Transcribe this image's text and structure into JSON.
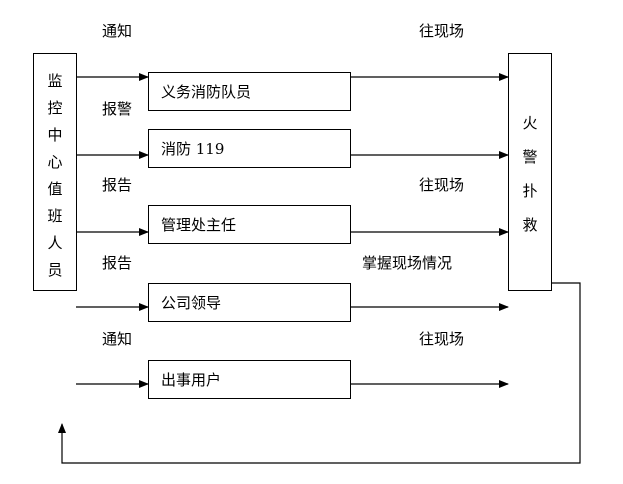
{
  "source_box": {
    "label": "监控中心值班人员"
  },
  "target_box": {
    "label": "火警扑救"
  },
  "process_boxes": [
    {
      "label": "义务消防队员"
    },
    {
      "label": "消防 119"
    },
    {
      "label": "管理处主任"
    },
    {
      "label": "公司领导"
    },
    {
      "label": "出事用户"
    }
  ],
  "left_labels": [
    "通知",
    "报警",
    "报告",
    "报告",
    "通知"
  ],
  "right_labels": [
    "往现场",
    "往现场",
    "掌握现场情况",
    "往现场"
  ]
}
